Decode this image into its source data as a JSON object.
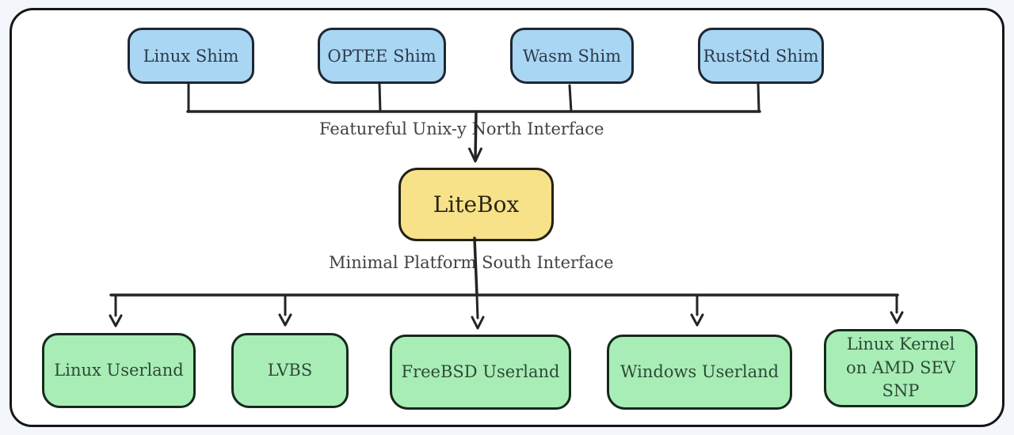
{
  "page": {
    "background": "#f3f6fa"
  },
  "canvas": {
    "background": "#ffffff",
    "border_color": "#161616"
  },
  "diagram": {
    "north_row": [
      {
        "label": "Linux Shim"
      },
      {
        "label": "OPTEE Shim"
      },
      {
        "label": "Wasm Shim"
      },
      {
        "label": "RustStd Shim"
      }
    ],
    "north_interface_label": "Featureful Unix-y North Interface",
    "core": {
      "label": "LiteBox"
    },
    "south_interface_label": "Minimal Platform South Interface",
    "south_row": [
      {
        "label": "Linux Userland"
      },
      {
        "label": "LVBS"
      },
      {
        "label": "FreeBSD Userland"
      },
      {
        "label": "Windows Userland"
      },
      {
        "label": "Linux Kernel on AMD SEV SNP"
      }
    ],
    "colors": {
      "shim_fill": "#a9d6f3",
      "shim_border": "#1d2733",
      "core_fill": "#f7e289",
      "core_border": "#222013",
      "platform_fill": "#a9edb6",
      "platform_border": "#142a1b",
      "connector": "#242424"
    }
  }
}
